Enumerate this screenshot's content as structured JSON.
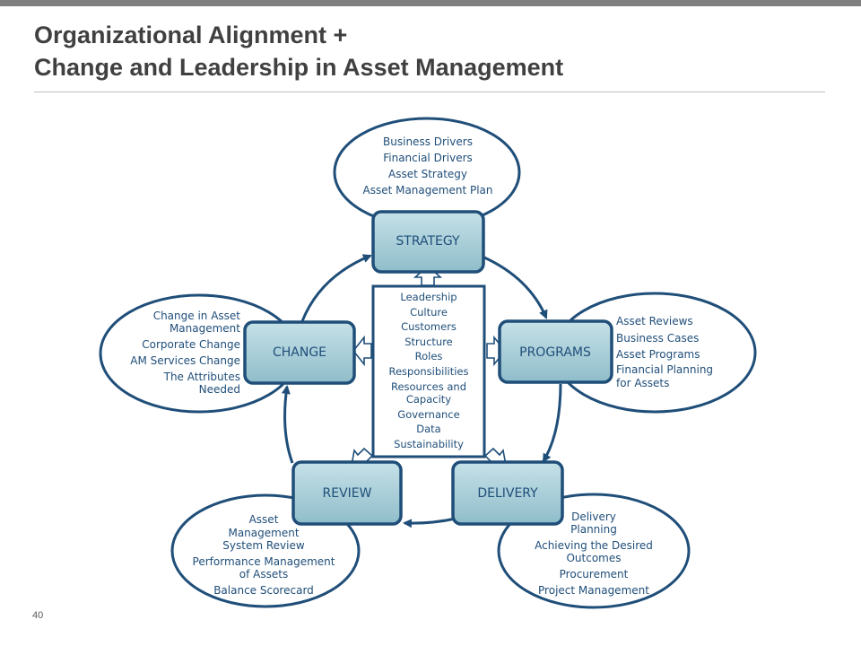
{
  "slide": {
    "title_line1": "Organizational Alignment +",
    "title_line2": "Change and Leadership in Asset Management",
    "page_number": "40"
  },
  "diagram": {
    "colors": {
      "navy": "#1f4e79",
      "box_fill": "#a9cfd8",
      "box_stroke": "#1f4e79"
    },
    "nodes": {
      "strategy": {
        "label": "STRATEGY",
        "items": [
          "Business Drivers",
          "Financial Drivers",
          "Asset Strategy",
          "Asset Management Plan"
        ]
      },
      "programs": {
        "label": "PROGRAMS",
        "items": [
          "Asset Reviews",
          "Business Cases",
          "Asset Programs",
          "Financial Planning",
          "for Assets"
        ]
      },
      "delivery": {
        "label": "DELIVERY",
        "items": [
          "Delivery",
          "Planning",
          "Achieving the Desired",
          "Outcomes",
          "Procurement",
          "Project Management"
        ]
      },
      "review": {
        "label": "REVIEW",
        "items": [
          "Asset",
          "Management",
          "System Review",
          "Performance Management",
          "of Assets",
          "Balance Scorecard"
        ]
      },
      "change": {
        "label": "CHANGE",
        "items": [
          "Change in Asset",
          "Management",
          "Corporate Change",
          "AM Services Change",
          "The Attributes",
          "Needed"
        ]
      }
    },
    "center": {
      "items": [
        "Leadership",
        "Culture",
        "Customers",
        "Structure",
        "Roles",
        "Responsibilities",
        "Resources and",
        "Capacity",
        "Governance",
        "Data",
        "Sustainability"
      ]
    }
  }
}
